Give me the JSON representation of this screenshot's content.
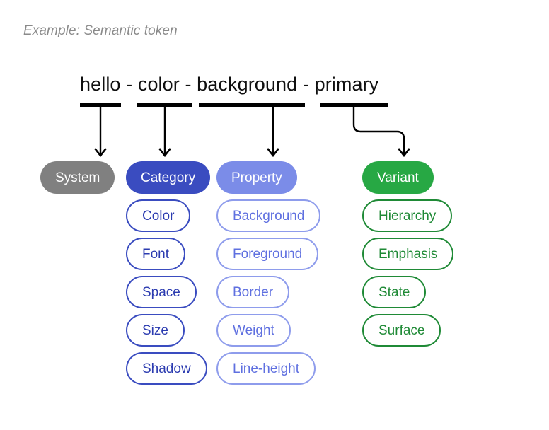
{
  "caption": "Example: Semantic token",
  "token": {
    "separator": " - ",
    "segments": [
      {
        "text": "hello",
        "maps_to": "System"
      },
      {
        "text": "color",
        "maps_to": "Category"
      },
      {
        "text": "background",
        "maps_to": "Property"
      },
      {
        "text": "primary",
        "maps_to": "Variant"
      }
    ],
    "full_string": "hello - color - background - primary"
  },
  "colors": {
    "system": "#808080",
    "category": "#3a4cc0",
    "property": "#7b8ce8",
    "variant": "#27a844",
    "category_text": "#2b3bb0",
    "property_text": "#5f70e0",
    "variant_text": "#1f8a36",
    "connector": "#000000",
    "caption_text": "#8a8a8a",
    "token_text": "#101010"
  },
  "columns": [
    {
      "key": "system",
      "header": "System",
      "items": []
    },
    {
      "key": "category",
      "header": "Category",
      "items": [
        "Color",
        "Font",
        "Space",
        "Size",
        "Shadow"
      ]
    },
    {
      "key": "property",
      "header": "Property",
      "items": [
        "Background",
        "Foreground",
        "Border",
        "Weight",
        "Line-height"
      ]
    },
    {
      "key": "variant",
      "header": "Variant",
      "items": [
        "Hierarchy",
        "Emphasis",
        "State",
        "Surface"
      ]
    }
  ]
}
